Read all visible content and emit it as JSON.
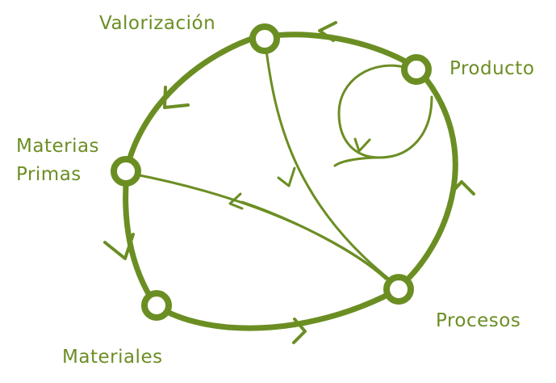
{
  "colors": {
    "stroke": "#6b8e23",
    "label": "#6b8e23",
    "background": "#ffffff"
  },
  "nodes": {
    "valorizacion": {
      "label": "Valorización"
    },
    "producto": {
      "label": "Producto"
    },
    "materias_primas": {
      "label_line1": "Materias",
      "label_line2": "Primas"
    },
    "materiales": {
      "label": "Materiales"
    },
    "procesos": {
      "label": "Procesos"
    }
  }
}
